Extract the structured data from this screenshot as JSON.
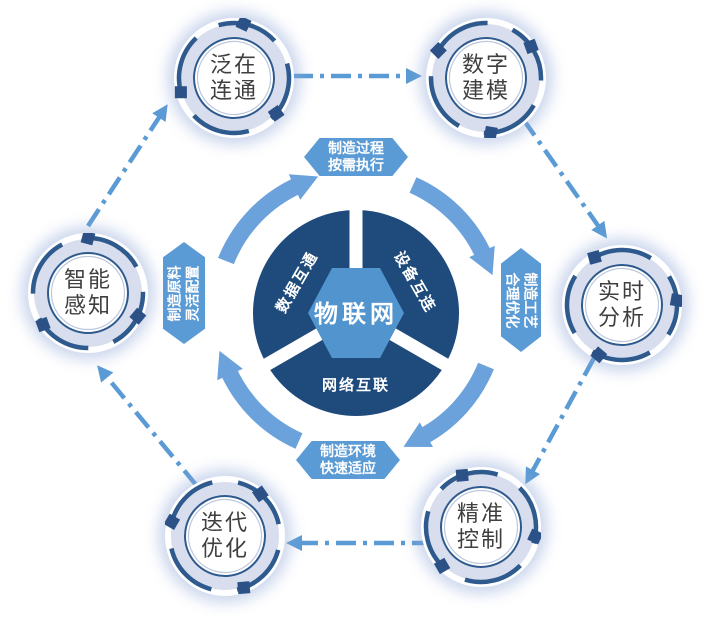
{
  "diagram": {
    "title": "物联网",
    "center": {
      "title": "物联网",
      "segments": [
        {
          "label": "数据互通"
        },
        {
          "label": "设备互连"
        },
        {
          "label": "网络互联"
        }
      ]
    },
    "wedges": [
      {
        "line1": "制造过程",
        "line2": "按需执行"
      },
      {
        "line1": "制造工艺",
        "line2": "合理优化"
      },
      {
        "line1": "制造环境",
        "line2": "快速适应"
      },
      {
        "line1": "制造原料",
        "line2": "灵活配置"
      }
    ],
    "nodes": [
      {
        "line1": "泛在",
        "line2": "连通"
      },
      {
        "line1": "数字",
        "line2": "建模"
      },
      {
        "line1": "实时",
        "line2": "分析"
      },
      {
        "line1": "精准",
        "line2": "控制"
      },
      {
        "line1": "迭代",
        "line2": "优化"
      },
      {
        "line1": "智能",
        "line2": "感知"
      }
    ],
    "colors": {
      "navy": "#1F4B7C",
      "hexagon_blue": "#5194CE",
      "accent_blue": "#5B9BD5",
      "arrow_blue": "#6BA2DB",
      "ring_dark": "#2E5A8E",
      "ring_square": "#2B5186",
      "ring_pale": "#D8DEEE",
      "node_text": "#3F3F3F"
    }
  }
}
